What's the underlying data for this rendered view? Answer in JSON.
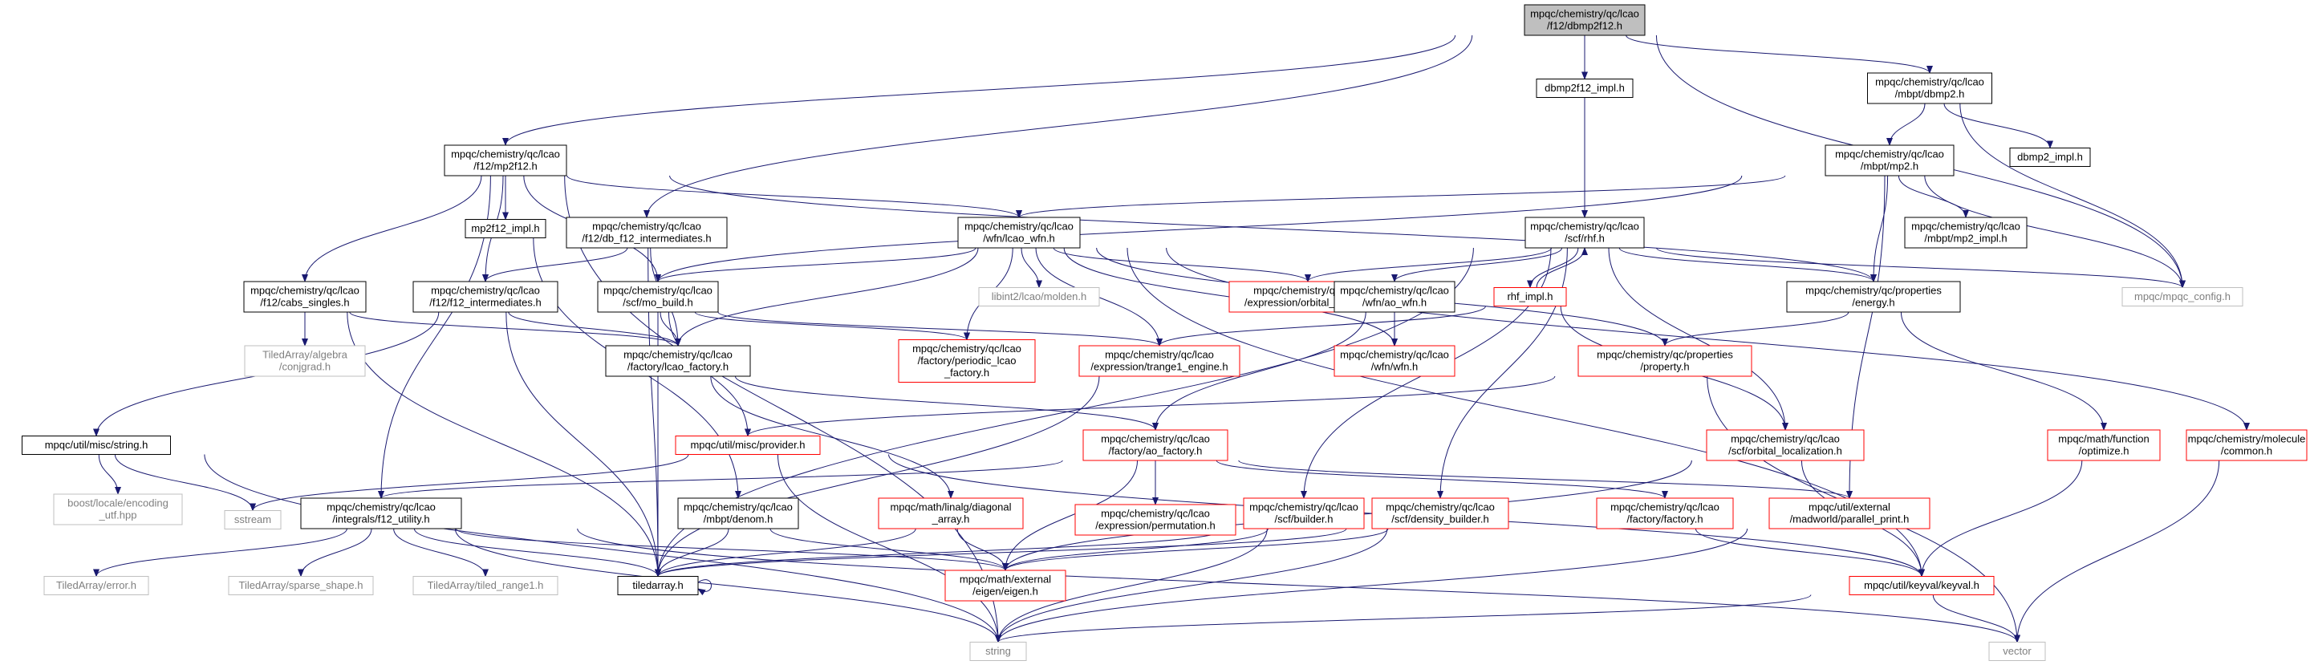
{
  "colors": {
    "node_stroke": "#000000",
    "node_fill": "#ffffff",
    "root_fill": "#bfbfbf",
    "missing_stroke": "#ff0000",
    "external_stroke": "#bfbfbf",
    "external_text": "#7f7f7f",
    "edge": "#191970",
    "edge_gray": "#7f7f7f"
  },
  "nodes": [
    {
      "id": "root",
      "lines": [
        "mpqc/chemistry/qc/lcao",
        "/f12/dbmp2f12.h"
      ],
      "style": "root"
    },
    {
      "id": "dbmp2f12_impl",
      "lines": [
        "dbmp2f12_impl.h"
      ],
      "style": "normal"
    },
    {
      "id": "mbpt_dbmp2",
      "lines": [
        "mpqc/chemistry/qc/lcao",
        "/mbpt/dbmp2.h"
      ],
      "style": "normal"
    },
    {
      "id": "mp2f12",
      "lines": [
        "mpqc/chemistry/qc/lcao",
        "/f12/mp2f12.h"
      ],
      "style": "normal"
    },
    {
      "id": "mbpt_mp2",
      "lines": [
        "mpqc/chemistry/qc/lcao",
        "/mbpt/mp2.h"
      ],
      "style": "normal"
    },
    {
      "id": "dbmp2_impl",
      "lines": [
        "dbmp2_impl.h"
      ],
      "style": "normal"
    },
    {
      "id": "mp2f12_impl",
      "lines": [
        "mp2f12_impl.h"
      ],
      "style": "normal"
    },
    {
      "id": "db_f12_int",
      "lines": [
        "mpqc/chemistry/qc/lcao",
        "/f12/db_f12_intermediates.h"
      ],
      "style": "normal"
    },
    {
      "id": "lcao_wfn",
      "lines": [
        "mpqc/chemistry/qc/lcao",
        "/wfn/lcao_wfn.h"
      ],
      "style": "normal"
    },
    {
      "id": "rhf",
      "lines": [
        "mpqc/chemistry/qc/lcao",
        "/scf/rhf.h"
      ],
      "style": "normal"
    },
    {
      "id": "mp2_impl",
      "lines": [
        "mpqc/chemistry/qc/lcao",
        "/mbpt/mp2_impl.h"
      ],
      "style": "normal"
    },
    {
      "id": "cabs_singles",
      "lines": [
        "mpqc/chemistry/qc/lcao",
        "/f12/cabs_singles.h"
      ],
      "style": "normal"
    },
    {
      "id": "f12_int",
      "lines": [
        "mpqc/chemistry/qc/lcao",
        "/f12/f12_intermediates.h"
      ],
      "style": "normal"
    },
    {
      "id": "mo_build",
      "lines": [
        "mpqc/chemistry/qc/lcao",
        "/scf/mo_build.h"
      ],
      "style": "normal"
    },
    {
      "id": "molden",
      "lines": [
        "libint2/lcao/molden.h"
      ],
      "style": "external"
    },
    {
      "id": "orbital_space",
      "lines": [
        "mpqc/chemistry/qc/lcao",
        "/expression/orbital_space.h"
      ],
      "style": "missing"
    },
    {
      "id": "ao_wfn",
      "lines": [
        "mpqc/chemistry/qc/lcao",
        "/wfn/ao_wfn.h"
      ],
      "style": "normal"
    },
    {
      "id": "energy",
      "lines": [
        "mpqc/chemistry/qc/properties",
        "/energy.h"
      ],
      "style": "normal"
    },
    {
      "id": "mpqc_config",
      "lines": [
        "mpqc/mpqc_config.h"
      ],
      "style": "external"
    },
    {
      "id": "rhf_impl",
      "lines": [
        "rhf_impl.h"
      ],
      "style": "missing"
    },
    {
      "id": "conjgrad",
      "lines": [
        "TiledArray/algebra",
        "/conjgrad.h"
      ],
      "style": "external"
    },
    {
      "id": "lcao_factory",
      "lines": [
        "mpqc/chemistry/qc/lcao",
        "/factory/lcao_factory.h"
      ],
      "style": "normal"
    },
    {
      "id": "periodic_lcao",
      "lines": [
        "mpqc/chemistry/qc/lcao",
        "/factory/periodic_lcao",
        "_factory.h"
      ],
      "style": "missing"
    },
    {
      "id": "trange1_engine",
      "lines": [
        "mpqc/chemistry/qc/lcao",
        "/expression/trange1_engine.h"
      ],
      "style": "missing"
    },
    {
      "id": "wfn_h",
      "lines": [
        "mpqc/chemistry/qc/lcao",
        "/wfn/wfn.h"
      ],
      "style": "missing"
    },
    {
      "id": "property",
      "lines": [
        "mpqc/chemistry/qc/properties",
        "/property.h"
      ],
      "style": "missing"
    },
    {
      "id": "string_h",
      "lines": [
        "mpqc/util/misc/string.h"
      ],
      "style": "normal"
    },
    {
      "id": "provider",
      "lines": [
        "mpqc/util/misc/provider.h"
      ],
      "style": "missing"
    },
    {
      "id": "ao_factory",
      "lines": [
        "mpqc/chemistry/qc/lcao",
        "/factory/ao_factory.h"
      ],
      "style": "missing"
    },
    {
      "id": "orbital_loc",
      "lines": [
        "mpqc/chemistry/qc/lcao",
        "/scf/orbital_localization.h"
      ],
      "style": "missing"
    },
    {
      "id": "optimize",
      "lines": [
        "mpqc/math/function",
        "/optimize.h"
      ],
      "style": "missing"
    },
    {
      "id": "molecule_common",
      "lines": [
        "mpqc/chemistry/molecule",
        "/common.h"
      ],
      "style": "missing"
    },
    {
      "id": "boost_utf",
      "lines": [
        "boost/locale/encoding",
        "_utf.hpp"
      ],
      "style": "external"
    },
    {
      "id": "sstream",
      "lines": [
        "sstream"
      ],
      "style": "external"
    },
    {
      "id": "f12_utility",
      "lines": [
        "mpqc/chemistry/qc/lcao",
        "/integrals/f12_utility.h"
      ],
      "style": "normal"
    },
    {
      "id": "denom",
      "lines": [
        "mpqc/chemistry/qc/lcao",
        "/mbpt/denom.h"
      ],
      "style": "normal"
    },
    {
      "id": "diagonal_array",
      "lines": [
        "mpqc/math/linalg/diagonal",
        "_array.h"
      ],
      "style": "missing"
    },
    {
      "id": "permutation",
      "lines": [
        "mpqc/chemistry/qc/lcao",
        "/expression/permutation.h"
      ],
      "style": "missing"
    },
    {
      "id": "scf_builder",
      "lines": [
        "mpqc/chemistry/qc/lcao",
        "/scf/builder.h"
      ],
      "style": "missing"
    },
    {
      "id": "density_builder",
      "lines": [
        "mpqc/chemistry/qc/lcao",
        "/scf/density_builder.h"
      ],
      "style": "missing"
    },
    {
      "id": "factory_h",
      "lines": [
        "mpqc/chemistry/qc/lcao",
        "/factory/factory.h"
      ],
      "style": "missing"
    },
    {
      "id": "parallel_print",
      "lines": [
        "mpqc/util/external",
        "/madworld/parallel_print.h"
      ],
      "style": "missing"
    },
    {
      "id": "ta_error",
      "lines": [
        "TiledArray/error.h"
      ],
      "style": "external"
    },
    {
      "id": "sparse_shape",
      "lines": [
        "TiledArray/sparse_shape.h"
      ],
      "style": "external"
    },
    {
      "id": "tiled_range1",
      "lines": [
        "TiledArray/tiled_range1.h"
      ],
      "style": "external"
    },
    {
      "id": "tiledarray",
      "lines": [
        "tiledarray.h"
      ],
      "style": "normal"
    },
    {
      "id": "eigen",
      "lines": [
        "mpqc/math/external",
        "/eigen/eigen.h"
      ],
      "style": "missing"
    },
    {
      "id": "keyval",
      "lines": [
        "mpqc/util/keyval/keyval.h"
      ],
      "style": "missing"
    },
    {
      "id": "string_std",
      "lines": [
        "string"
      ],
      "style": "external"
    },
    {
      "id": "vector_std",
      "lines": [
        "vector"
      ],
      "style": "external"
    }
  ],
  "edges": [
    [
      "root",
      "dbmp2f12_impl"
    ],
    [
      "root",
      "mbpt_dbmp2"
    ],
    [
      "root",
      "mp2f12"
    ],
    [
      "root",
      "db_f12_int"
    ],
    [
      "root",
      "mpqc_config"
    ],
    [
      "dbmp2f12_impl",
      "rhf"
    ],
    [
      "mbpt_dbmp2",
      "mbpt_mp2"
    ],
    [
      "mbpt_dbmp2",
      "dbmp2_impl"
    ],
    [
      "mbpt_dbmp2",
      "mpqc_config"
    ],
    [
      "mp2f12",
      "mp2f12_impl"
    ],
    [
      "mp2f12",
      "lcao_wfn"
    ],
    [
      "mp2f12",
      "cabs_singles"
    ],
    [
      "mp2f12",
      "f12_int"
    ],
    [
      "mp2f12",
      "mo_build"
    ],
    [
      "mp2f12",
      "energy"
    ],
    [
      "mp2f12",
      "f12_utility"
    ],
    [
      "mp2f12",
      "string_std"
    ],
    [
      "mbpt_mp2",
      "lcao_wfn"
    ],
    [
      "mbpt_mp2",
      "mp2_impl"
    ],
    [
      "mbpt_mp2",
      "energy"
    ],
    [
      "mbpt_mp2",
      "mpqc_config"
    ],
    [
      "mbpt_mp2",
      "mo_build"
    ],
    [
      "mbpt_mp2",
      "parallel_print"
    ],
    [
      "mp2f12_impl",
      "denom"
    ],
    [
      "db_f12_int",
      "f12_int"
    ],
    [
      "db_f12_int",
      "lcao_factory"
    ],
    [
      "db_f12_int",
      "tiledarray"
    ],
    [
      "lcao_wfn",
      "mo_build"
    ],
    [
      "lcao_wfn",
      "molden"
    ],
    [
      "lcao_wfn",
      "orbital_space"
    ],
    [
      "lcao_wfn",
      "lcao_factory"
    ],
    [
      "lcao_wfn",
      "periodic_lcao"
    ],
    [
      "lcao_wfn",
      "trange1_engine"
    ],
    [
      "lcao_wfn",
      "wfn_h"
    ],
    [
      "lcao_wfn",
      "property"
    ],
    [
      "lcao_wfn",
      "molecule_common"
    ],
    [
      "lcao_wfn",
      "keyval"
    ],
    [
      "rhf",
      "ao_wfn"
    ],
    [
      "rhf",
      "energy"
    ],
    [
      "rhf",
      "rhf_impl"
    ],
    [
      "rhf",
      "orbital_space"
    ],
    [
      "rhf",
      "mpqc_config"
    ],
    [
      "rhf",
      "orbital_loc"
    ],
    [
      "rhf",
      "scf_builder"
    ],
    [
      "rhf",
      "density_builder"
    ],
    [
      "rhf",
      "tiledarray"
    ],
    [
      "rhf_impl",
      "rhf"
    ],
    [
      "rhf_impl",
      "trange1_engine"
    ],
    [
      "rhf_impl",
      "orbital_loc"
    ],
    [
      "cabs_singles",
      "lcao_factory"
    ],
    [
      "cabs_singles",
      "conjgrad"
    ],
    [
      "cabs_singles",
      "tiledarray"
    ],
    [
      "f12_int",
      "lcao_factory"
    ],
    [
      "f12_int",
      "string_h"
    ],
    [
      "f12_int",
      "tiledarray"
    ],
    [
      "mo_build",
      "lcao_factory"
    ],
    [
      "mo_build",
      "periodic_lcao"
    ],
    [
      "mo_build",
      "trange1_engine"
    ],
    [
      "mo_build",
      "provider"
    ],
    [
      "mo_build",
      "tiledarray"
    ],
    [
      "ao_wfn",
      "wfn_h"
    ],
    [
      "ao_wfn",
      "ao_factory"
    ],
    [
      "energy",
      "property"
    ],
    [
      "energy",
      "optimize"
    ],
    [
      "lcao_factory",
      "ao_factory"
    ],
    [
      "lcao_factory",
      "diagonal_array"
    ],
    [
      "trange1_engine",
      "tiledarray"
    ],
    [
      "property",
      "provider"
    ],
    [
      "property",
      "vector_std"
    ],
    [
      "string_h",
      "boost_utf"
    ],
    [
      "string_h",
      "sstream"
    ],
    [
      "string_h",
      "string_std"
    ],
    [
      "provider",
      "sstream"
    ],
    [
      "provider",
      "string_std"
    ],
    [
      "provider",
      "keyval"
    ],
    [
      "ao_factory",
      "f12_utility"
    ],
    [
      "ao_factory",
      "permutation"
    ],
    [
      "ao_factory",
      "factory_h"
    ],
    [
      "ao_factory",
      "parallel_print"
    ],
    [
      "ao_factory",
      "eigen"
    ],
    [
      "orbital_loc",
      "eigen"
    ],
    [
      "orbital_loc",
      "keyval"
    ],
    [
      "optimize",
      "keyval"
    ],
    [
      "molecule_common",
      "vector_std"
    ],
    [
      "f12_utility",
      "ta_error"
    ],
    [
      "f12_utility",
      "sparse_shape"
    ],
    [
      "f12_utility",
      "tiled_range1"
    ],
    [
      "f12_utility",
      "tiledarray"
    ],
    [
      "f12_utility",
      "eigen"
    ],
    [
      "f12_utility",
      "string_std"
    ],
    [
      "f12_utility",
      "vector_std"
    ],
    [
      "denom",
      "tiledarray"
    ],
    [
      "denom",
      "eigen"
    ],
    [
      "diagonal_array",
      "tiledarray"
    ],
    [
      "diagonal_array",
      "eigen"
    ],
    [
      "scf_builder",
      "tiledarray"
    ],
    [
      "scf_builder",
      "eigen"
    ],
    [
      "scf_builder",
      "string_std"
    ],
    [
      "density_builder",
      "tiledarray"
    ],
    [
      "density_builder",
      "eigen"
    ],
    [
      "density_builder",
      "string_std"
    ],
    [
      "factory_h",
      "keyval"
    ],
    [
      "parallel_print",
      "string_std"
    ],
    [
      "tiledarray",
      "tiledarray"
    ],
    [
      "keyval",
      "string_std"
    ],
    [
      "keyval",
      "vector_std"
    ]
  ]
}
